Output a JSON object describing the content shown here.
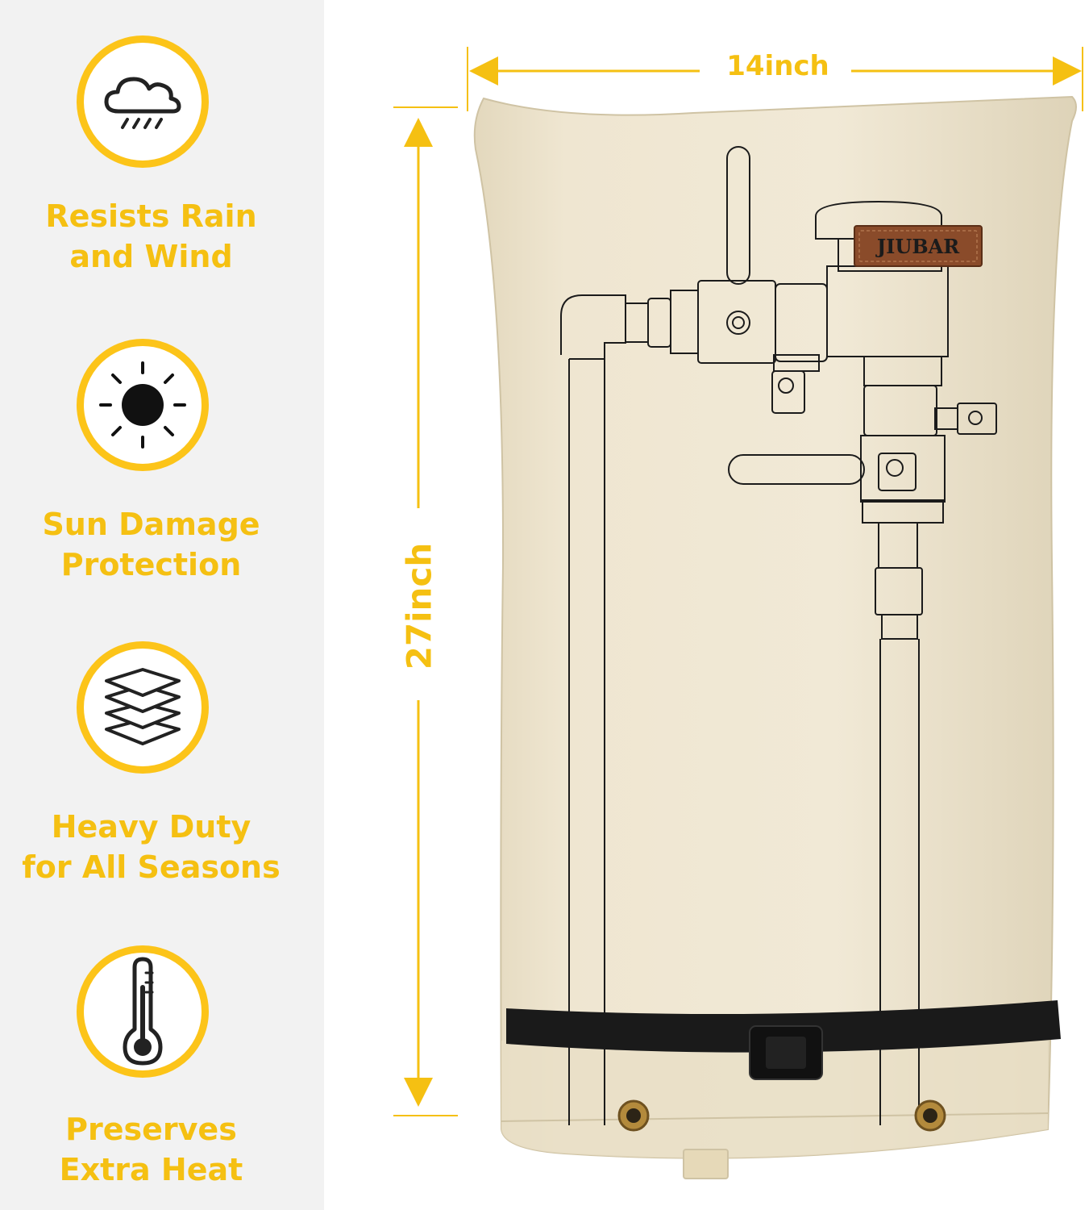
{
  "dimensions": {
    "width_label": "14inch",
    "height_label": "27inch"
  },
  "brand": {
    "label": "JIUBAR"
  },
  "features": [
    {
      "icon": "rain-cloud-icon",
      "line1": "Resists Rain",
      "line2": "and Wind"
    },
    {
      "icon": "sun-icon",
      "line1": "Sun Damage",
      "line2": "Protection"
    },
    {
      "icon": "layers-icon",
      "line1": "Heavy Duty",
      "line2": "for All Seasons"
    },
    {
      "icon": "thermometer-icon",
      "line1": "Preserves",
      "line2": "Extra Heat"
    }
  ],
  "colors": {
    "accent": "#fcc419",
    "fabric": "#ede4cf",
    "strap": "#1a1a1a",
    "sidebar_bg": "#f2f2f2"
  }
}
